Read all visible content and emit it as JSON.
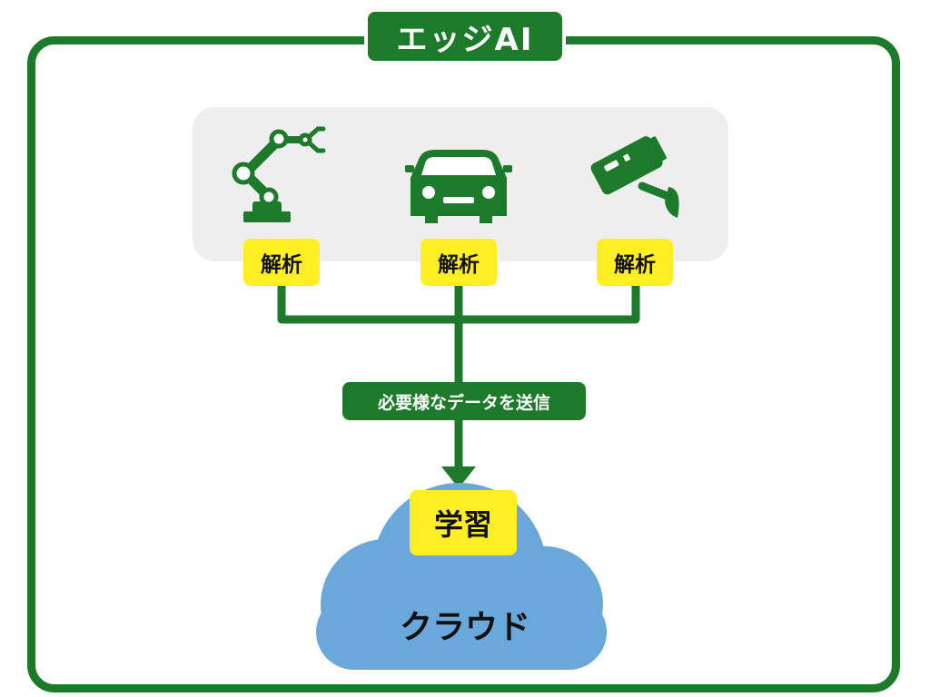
{
  "title": "エッジAI",
  "devices": [
    {
      "icon": "robot-arm-icon",
      "label": "解析"
    },
    {
      "icon": "car-icon",
      "label": "解析"
    },
    {
      "icon": "security-camera-icon",
      "label": "解析"
    }
  ],
  "transfer_label": "必要様なデータを送信",
  "cloud": {
    "badge": "学習",
    "label": "クラウド"
  },
  "colors": {
    "green": "#1c7a2a",
    "yellow": "#ffef22",
    "cloud": "#6aa8dc",
    "panel": "#eeeeee"
  }
}
